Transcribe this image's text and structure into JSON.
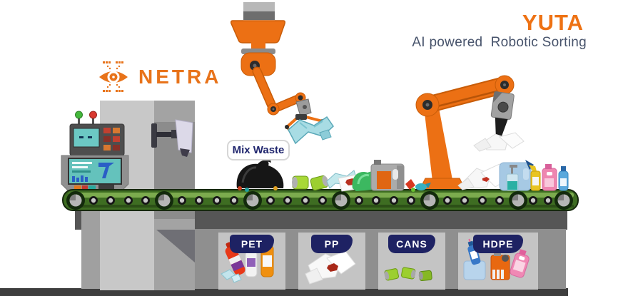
{
  "header": {
    "brand": "NETRA",
    "brand_icon": "eye-circuit-icon",
    "product": "YUTA",
    "tagline": "AI powered  Robotic Sorting"
  },
  "conveyor": {
    "input_label": "Mix Waste",
    "bins": [
      {
        "label": "PET"
      },
      {
        "label": "PP"
      },
      {
        "label": "CANS"
      },
      {
        "label": "HDPE"
      }
    ]
  },
  "illustration": {
    "machines": [
      "control-console",
      "vision-scanner-camera",
      "gripper-robotic-arm",
      "suction-robotic-arm",
      "conveyor-belt"
    ]
  },
  "colors": {
    "accent_orange": "#ee7214",
    "brand_orange": "#e8731a",
    "navy": "#1e2263",
    "tagline_gray": "#47536b",
    "belt_green": "#3e6d22"
  }
}
